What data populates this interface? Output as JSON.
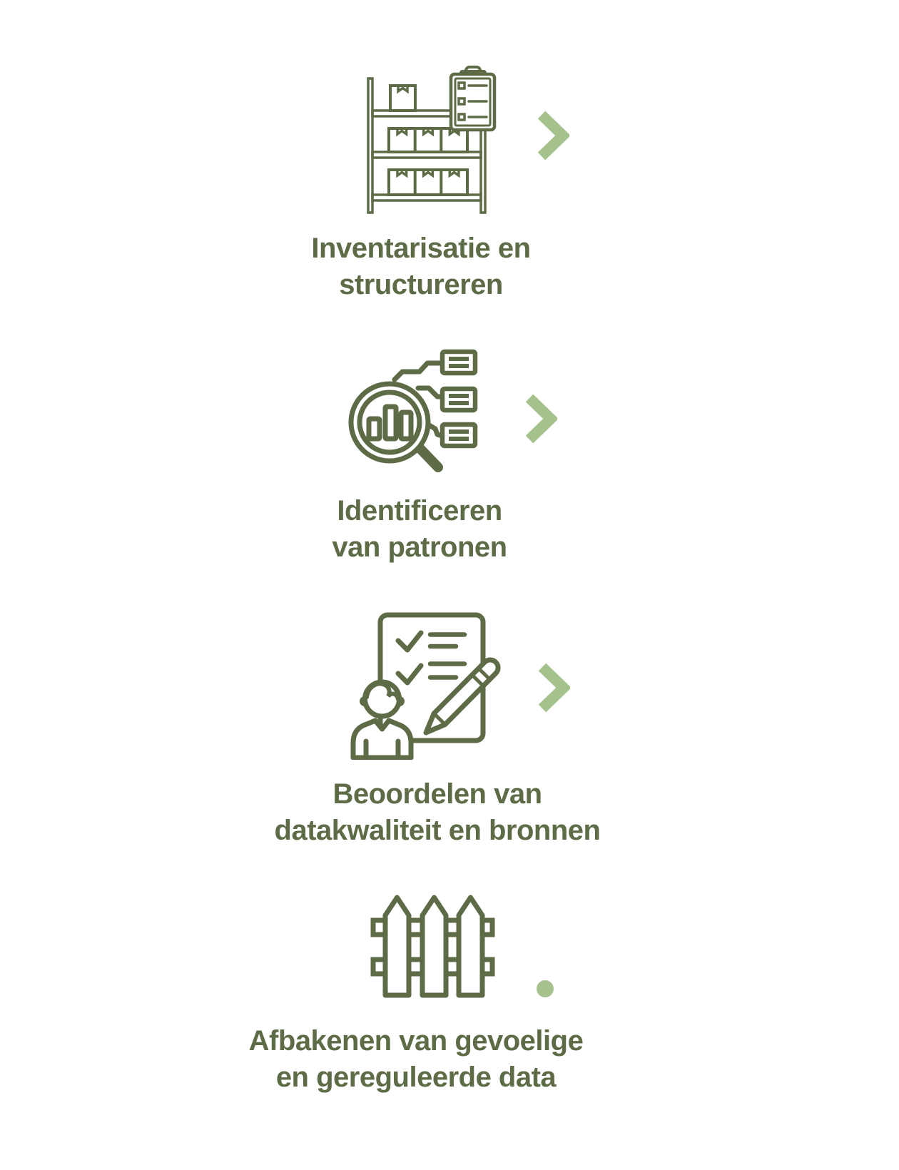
{
  "colors": {
    "icon_and_text": "#5d6b46",
    "accent": "#a6c28c",
    "background": "#ffffff"
  },
  "steps": [
    {
      "name": "inventarisatie-en-structureren",
      "icon": "warehouse-shelf-clipboard-icon",
      "caption_line1": "Inventarisatie en",
      "caption_line2": "structureren",
      "connector": "chevron-right"
    },
    {
      "name": "identificeren-van-patronen",
      "icon": "magnifier-bar-chart-mapping-icon",
      "caption_line1": "Identificeren",
      "caption_line2": "van patronen",
      "connector": "chevron-right"
    },
    {
      "name": "beoordelen-datakwaliteit",
      "icon": "person-checklist-pencil-icon",
      "caption_line1": "Beoordelen van",
      "caption_line2": "datakwaliteit en bronnen",
      "connector": "chevron-right"
    },
    {
      "name": "afbakenen-gevoelige-data",
      "icon": "picket-fence-icon",
      "caption_line1": "Afbakenen van gevoelige",
      "caption_line2": "en gereguleerde data",
      "connector": "dot"
    }
  ]
}
